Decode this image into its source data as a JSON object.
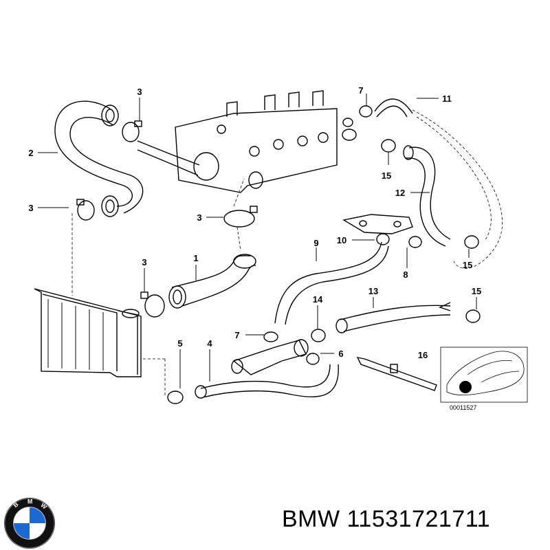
{
  "labels": {
    "l1": "1",
    "l2": "2",
    "l3a": "3",
    "l3b": "3",
    "l3c": "3",
    "l3d": "3",
    "l4": "4",
    "l5": "5",
    "l6": "6",
    "l7a": "7",
    "l7b": "7",
    "l8": "8",
    "l9": "9",
    "l10": "10",
    "l11": "11",
    "l12": "12",
    "l13": "13",
    "l14": "14",
    "l15a": "15",
    "l15b": "15",
    "l15c": "15",
    "l16": "16"
  },
  "inset": {
    "diagram_number": "00011527"
  },
  "caption": {
    "text": "BMW 11531721711"
  },
  "logo": {
    "brand": "BMW",
    "icon": "bmw-roundel-icon",
    "colors": {
      "blue": "#1c69d4",
      "ring": "#111111",
      "white": "#ffffff"
    }
  }
}
